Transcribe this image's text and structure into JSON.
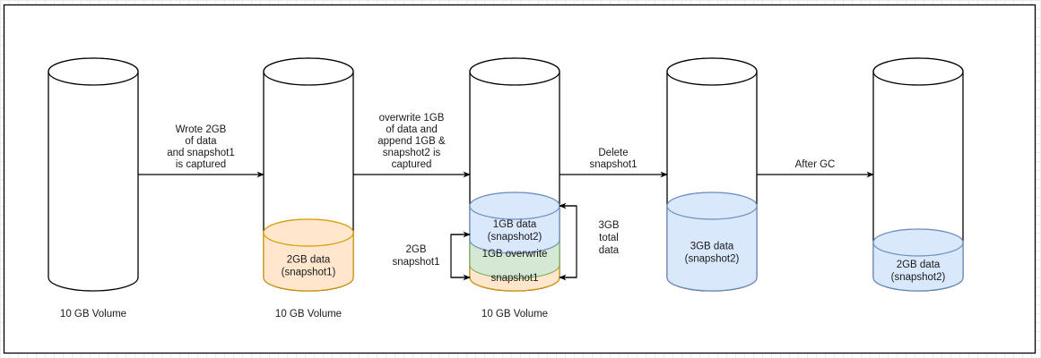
{
  "diagram": {
    "colors": {
      "orange_fill": "#ffe6cc",
      "orange_stroke": "#d79b00",
      "blue_fill": "#dae8fc",
      "blue_stroke": "#6c8ebf",
      "green_fill": "#d5e8d4",
      "green_stroke": "#82b366"
    },
    "volumes": [
      {
        "label": "10 GB Volume",
        "layers": []
      },
      {
        "label": "10 GB Volume",
        "layers": [
          {
            "text": [
              "2GB data",
              "(snapshot1)"
            ],
            "color": "orange"
          }
        ]
      },
      {
        "label": "10 GB Volume",
        "layers": [
          {
            "text": [
              "snapshot1"
            ],
            "color": "orange"
          },
          {
            "text": [
              "1GB overwrite"
            ],
            "color": "green"
          },
          {
            "text": [
              "1GB data",
              "(snapshot2)"
            ],
            "color": "blue"
          }
        ]
      },
      {
        "label": "",
        "layers": [
          {
            "text": [
              "3GB data",
              "(snapshot2)"
            ],
            "color": "blue"
          }
        ]
      },
      {
        "label": "",
        "layers": [
          {
            "text": [
              "2GB data",
              "(snapshot2)"
            ],
            "color": "blue"
          }
        ]
      }
    ],
    "transitions": [
      {
        "lines": [
          "Wrote 2GB",
          "of data",
          "and snapshot1",
          "is captured"
        ]
      },
      {
        "lines": [
          "overwrite 1GB",
          "of data and",
          "append 1GB &",
          "snapshot2 is",
          "captured"
        ]
      },
      {
        "lines": [
          "Delete",
          "snapshot1"
        ]
      },
      {
        "lines": [
          "After GC"
        ]
      }
    ],
    "annotations": {
      "left_bracket": [
        "2GB",
        "snapshot1"
      ],
      "right_bracket": [
        "3GB",
        "total",
        "data"
      ]
    }
  }
}
